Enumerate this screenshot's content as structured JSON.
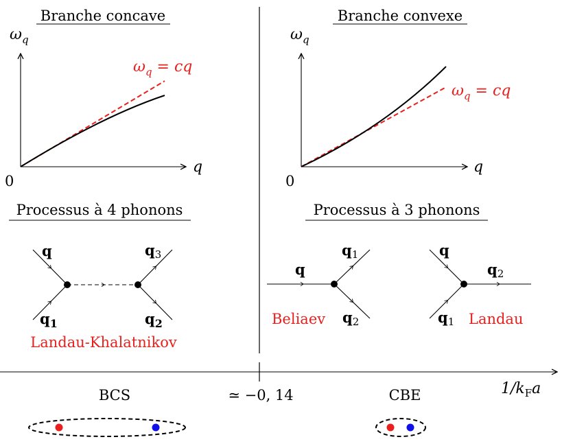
{
  "left": {
    "title": "Branche concave",
    "y_axis": "ω",
    "y_axis_sub": "q",
    "x_axis": "q",
    "origin": "0",
    "linear_label": "ω",
    "linear_label_sub": "q",
    "linear_label_rhs": " = cq",
    "process_title": "Processus à 4 phonons",
    "diagram": {
      "in_top": "q",
      "in_bottom": "q",
      "in_bottom_sub": "1",
      "out_top": "q",
      "out_top_sub": "3",
      "out_bottom": "q",
      "out_bottom_sub": "2",
      "name": "Landau-Khalatnikov"
    }
  },
  "right": {
    "title": "Branche convexe",
    "y_axis": "ω",
    "y_axis_sub": "q",
    "x_axis": "q",
    "origin": "0",
    "linear_label": "ω",
    "linear_label_sub": "q",
    "linear_label_rhs": " = cq",
    "process_title": "Processus à 3 phonons",
    "beliaev": {
      "in": "q",
      "out_top": "q",
      "out_top_sub": "1",
      "out_bottom": "q",
      "out_bottom_sub": "2",
      "name": "Beliaev"
    },
    "landau": {
      "in_top": "q",
      "in_bottom": "q",
      "in_bottom_sub": "1",
      "out": "q",
      "out_sub": "2",
      "name": "Landau"
    }
  },
  "bottom_axis": {
    "label": "1/k",
    "label_sub": "F",
    "label_tail": "a",
    "threshold": "≃ −0, 14",
    "left_regime": "BCS",
    "right_regime": "CBE"
  },
  "colors": {
    "accent": "#e8201e",
    "electron": "#e8201e",
    "hole": "#1010e8",
    "ink": "#000000"
  }
}
